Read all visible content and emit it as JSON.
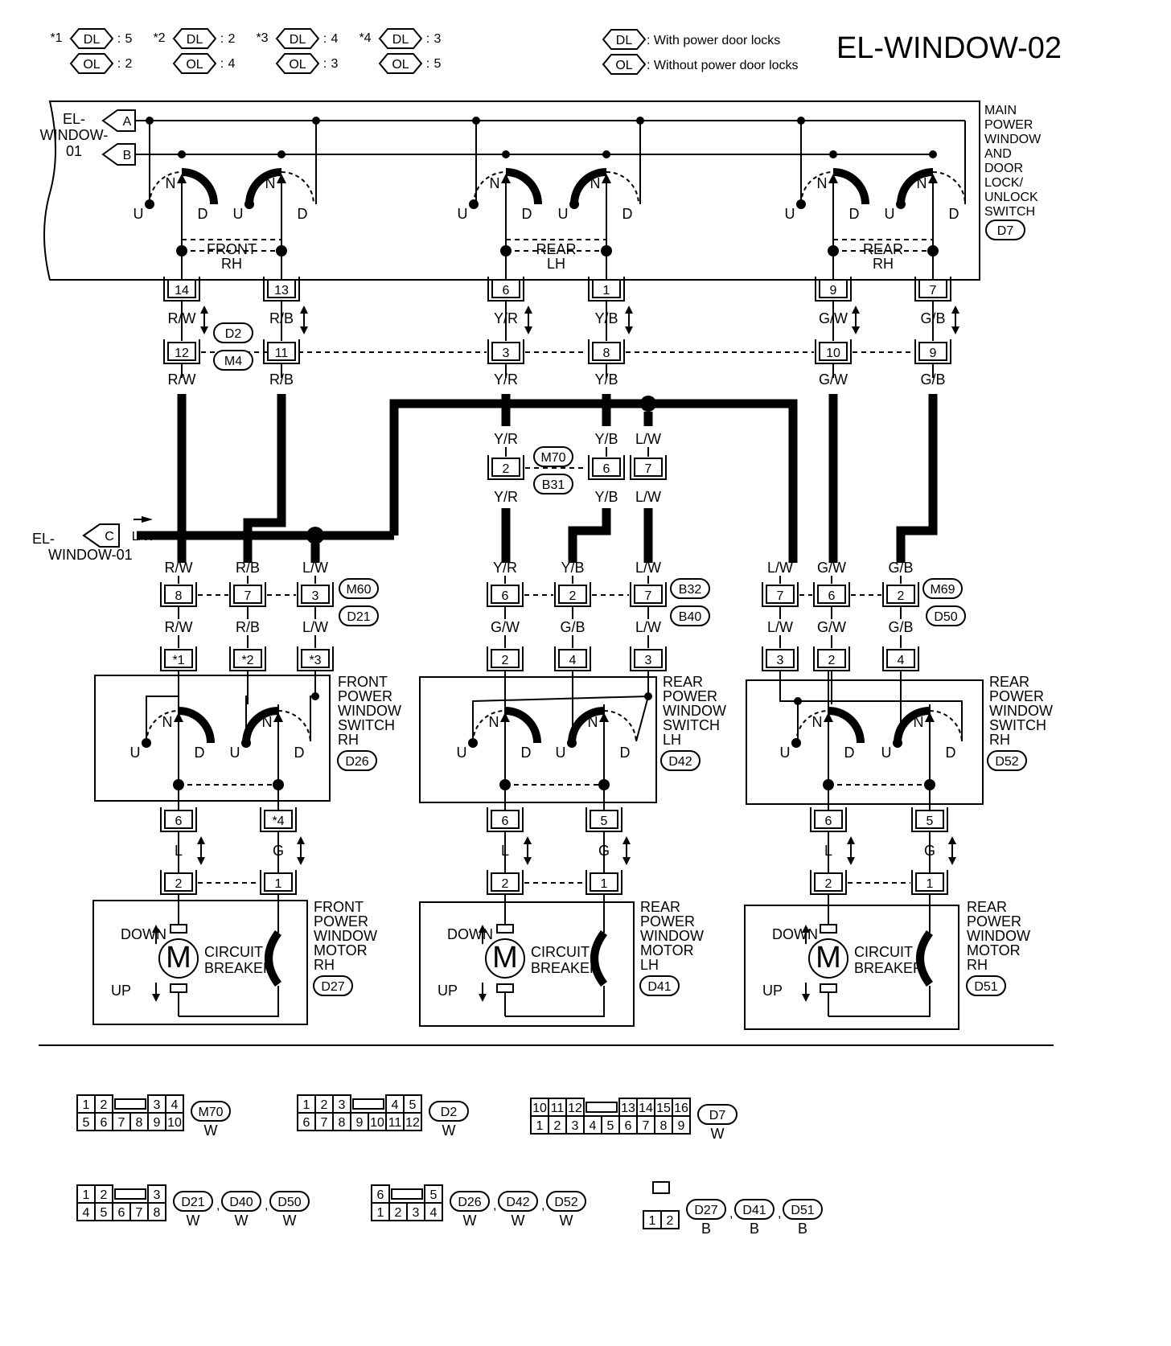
{
  "header": {
    "title": "EL-WINDOW-02",
    "footnotes": [
      {
        "mark": "*1",
        "dl": "5",
        "ol": "2"
      },
      {
        "mark": "*2",
        "dl": "2",
        "ol": "4"
      },
      {
        "mark": "*3",
        "dl": "4",
        "ol": "3"
      },
      {
        "mark": "*4",
        "dl": "3",
        "ol": "5"
      }
    ],
    "legend": [
      {
        "tag": "DL",
        "text": ": With power door locks"
      },
      {
        "tag": "OL",
        "text": ": Without power door locks"
      }
    ],
    "sep": ":"
  },
  "tags": {
    "dl": "DL",
    "ol": "OL"
  },
  "main_switch": {
    "name_lines": [
      "MAIN",
      "POWER",
      "WINDOW",
      "AND",
      "DOOR",
      "LOCK/",
      "UNLOCK",
      "SWITCH"
    ],
    "code": "D7",
    "ref_lines": [
      "EL-",
      "WINDOW-",
      "01"
    ],
    "inputs": [
      "A",
      "B"
    ],
    "groups": [
      {
        "lines": [
          "FRONT",
          "RH"
        ],
        "pins": [
          "14",
          "13"
        ]
      },
      {
        "lines": [
          "REAR",
          "LH"
        ],
        "pins": [
          "6",
          "1"
        ]
      },
      {
        "lines": [
          "REAR",
          "RH"
        ],
        "pins": [
          "9",
          "7"
        ]
      }
    ]
  },
  "switch_contacts": {
    "u": "U",
    "n": "N",
    "d": "D"
  },
  "wires_top": [
    [
      "R/W",
      "R/B",
      "Y/R",
      "Y/B",
      "G/W",
      "G/B"
    ],
    [
      "R/W",
      "R/B",
      "Y/R",
      "Y/B",
      "G/W",
      "G/B"
    ]
  ],
  "joint_1": {
    "codes": [
      "D2",
      "M4"
    ],
    "pins": [
      "12",
      "11",
      "3",
      "8",
      "10",
      "9"
    ]
  },
  "joint_2": {
    "codes": [
      "M70",
      "B31"
    ],
    "pins": [
      "2",
      "6",
      "7"
    ],
    "wires_above": [
      "Y/R",
      "Y/B",
      "L/W"
    ],
    "wires_below": [
      "Y/R",
      "Y/B",
      "L/W"
    ]
  },
  "ref_c": {
    "lines": [
      "EL-",
      "WINDOW-01"
    ],
    "tag": "C",
    "wire": "L/W"
  },
  "sections": [
    {
      "joint_codes": [
        "M60",
        "D21"
      ],
      "wires_above": [
        "R/W",
        "R/B",
        "L/W"
      ],
      "joint_pins": [
        "8",
        "7",
        "3"
      ],
      "wires_below": [
        "R/W",
        "R/B",
        "L/W"
      ],
      "switch_pins": [
        "*1",
        "*2",
        "*3"
      ],
      "switch_lines": [
        "FRONT",
        "POWER",
        "WINDOW",
        "SWITCH",
        "RH"
      ],
      "switch_code": "D26",
      "out_pins": [
        "6",
        "*4"
      ],
      "out_wires": [
        "L",
        "G"
      ],
      "motor_pins": [
        "2",
        "1"
      ],
      "motor_lines": [
        "FRONT",
        "POWER",
        "WINDOW",
        "MOTOR",
        "RH"
      ],
      "motor_code": "D27"
    },
    {
      "joint_codes": [
        "B32",
        "B40"
      ],
      "wires_above": [
        "Y/R",
        "Y/B",
        "L/W"
      ],
      "joint_pins": [
        "6",
        "2",
        "7"
      ],
      "wires_below": [
        "G/W",
        "G/B",
        "L/W"
      ],
      "switch_pins": [
        "2",
        "4",
        "3"
      ],
      "switch_lines": [
        "REAR",
        "POWER",
        "WINDOW",
        "SWITCH",
        "LH"
      ],
      "switch_code": "D42",
      "out_pins": [
        "6",
        "5"
      ],
      "out_wires": [
        "L",
        "G"
      ],
      "motor_pins": [
        "2",
        "1"
      ],
      "motor_lines": [
        "REAR",
        "POWER",
        "WINDOW",
        "MOTOR",
        "LH"
      ],
      "motor_code": "D41"
    },
    {
      "joint_codes": [
        "M69",
        "D50"
      ],
      "wires_above": [
        "L/W",
        "G/W",
        "G/B"
      ],
      "joint_pins": [
        "7",
        "6",
        "2"
      ],
      "wires_below": [
        "L/W",
        "G/W",
        "G/B"
      ],
      "switch_pins": [
        "3",
        "2",
        "4"
      ],
      "switch_lines": [
        "REAR",
        "POWER",
        "WINDOW",
        "SWITCH",
        "RH"
      ],
      "switch_code": "D52",
      "out_pins": [
        "6",
        "5"
      ],
      "out_wires": [
        "L",
        "G"
      ],
      "motor_pins": [
        "2",
        "1"
      ],
      "motor_lines": [
        "REAR",
        "POWER",
        "WINDOW",
        "MOTOR",
        "RH"
      ],
      "motor_code": "D51"
    }
  ],
  "motor": {
    "down": "DOWN",
    "up": "UP",
    "m": "M",
    "breaker": [
      "CIRCUIT",
      "BREAKER"
    ]
  },
  "connectors": [
    {
      "top": [
        "1",
        "2",
        "",
        "3",
        "4"
      ],
      "bottom": [
        "5",
        "6",
        "7",
        "8",
        "9",
        "10"
      ],
      "codes": [
        "M70"
      ],
      "color": "W"
    },
    {
      "top": [
        "1",
        "2",
        "3",
        "",
        "4",
        "5"
      ],
      "bottom": [
        "6",
        "7",
        "8",
        "9",
        "10",
        "11",
        "12"
      ],
      "codes": [
        "D2"
      ],
      "color": "W"
    },
    {
      "top": [
        "10",
        "11",
        "12",
        "",
        "13",
        "14",
        "15",
        "16"
      ],
      "bottom": [
        "1",
        "2",
        "3",
        "4",
        "5",
        "6",
        "7",
        "8",
        "9"
      ],
      "codes": [
        "D7"
      ],
      "color": "W"
    },
    {
      "top": [
        "1",
        "2",
        "",
        "3"
      ],
      "bottom": [
        "4",
        "5",
        "6",
        "7",
        "8"
      ],
      "codes": [
        "D21",
        "D40",
        "D50"
      ],
      "color": "W"
    },
    {
      "top": [
        "6",
        "",
        "5"
      ],
      "bottom": [
        "1",
        "2",
        "3",
        "4"
      ],
      "codes": [
        "D26",
        "D42",
        "D52"
      ],
      "color": "W"
    },
    {
      "top": [],
      "bottom": [
        "1",
        "2"
      ],
      "codes": [
        "D27",
        "D41",
        "D51"
      ],
      "color": "B"
    }
  ]
}
